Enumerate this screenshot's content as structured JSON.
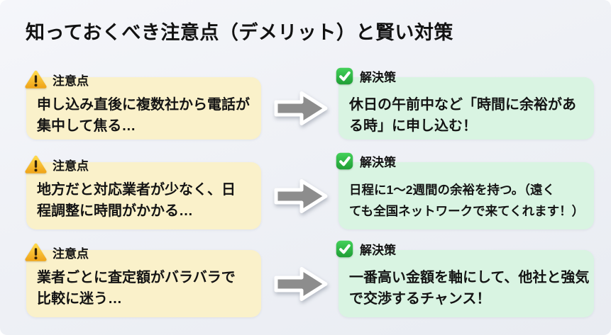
{
  "title": "知っておくべき注意点（デメリット）と賢い対策",
  "labels": {
    "caution": "注意点",
    "solution": "解決策"
  },
  "rows": [
    {
      "caution": "申し込み直後に複数社から電話が\n集中して焦る…",
      "solution": "休日の午前中など「時間に余裕があ\nる時」に申し込む！"
    },
    {
      "caution": "地方だと対応業者が少なく、日\n程調整に時間がかかる…",
      "solution": "日程に1〜2週間の余裕を持つ。（遠く\nても全国ネットワークで来てくれます！）"
    },
    {
      "caution": "業者ごとに査定額がバラバラで\n比較に迷う…",
      "solution": "一番高い金額を軸にして、他社と強気\nで交渉するチャンス！"
    }
  ],
  "icons": {
    "caution": "warning-triangle-icon",
    "solution": "check-mark-icon",
    "connector": "right-arrow-icon"
  },
  "colors": {
    "background": "#eff1f6",
    "caution_card": "#faf1ca",
    "solution_card": "#d9f4e2",
    "arrow": "#8d8d8d",
    "arrow_outline": "#ffffff",
    "warning_icon": "#f5b41e",
    "check_icon": "#2bb546",
    "text": "#141414"
  }
}
